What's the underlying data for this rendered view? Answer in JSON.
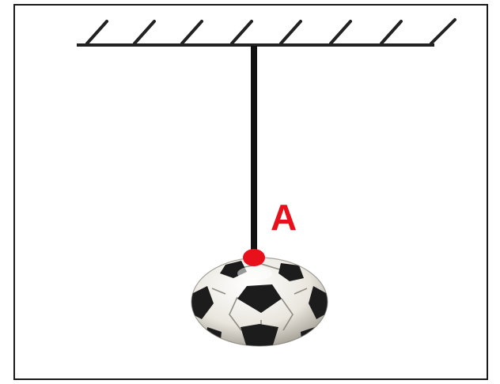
{
  "figure": {
    "point_label": "A",
    "colors": {
      "frame": "#1a1a1a",
      "ceiling": "#222222",
      "string": "#111111",
      "point": "#e8101a",
      "label": "#e8101a",
      "ball_white": "#f2f0ea",
      "ball_black": "#1c1c1c"
    },
    "elements": [
      "ceiling-hatched",
      "string",
      "point-a",
      "soccer-ball"
    ]
  }
}
